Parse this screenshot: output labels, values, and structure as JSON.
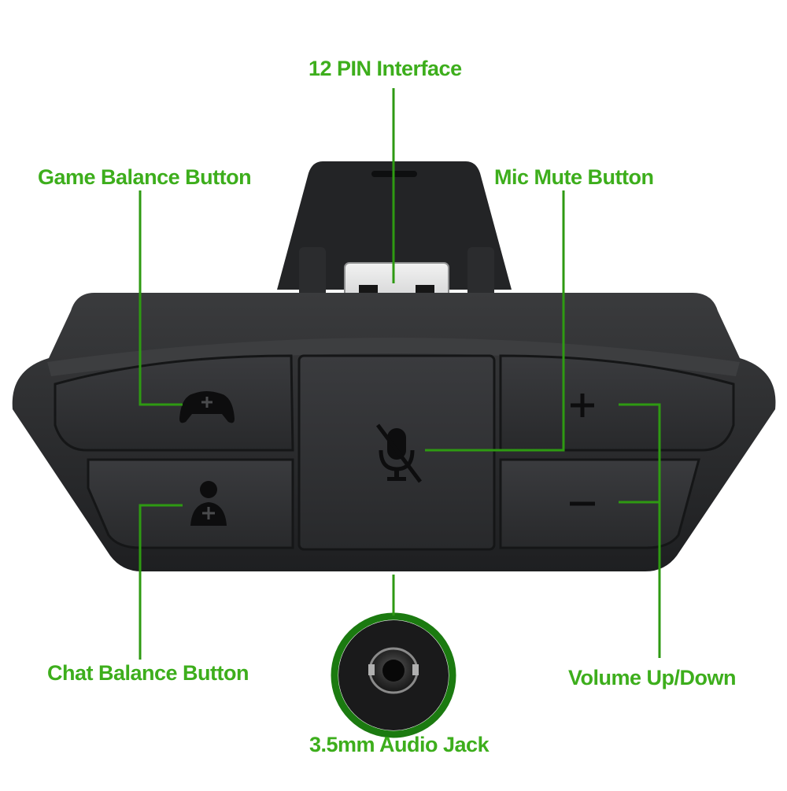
{
  "colors": {
    "label": "#3dae1c",
    "leader": "#2e9a12",
    "device_body": "#2a2b2d",
    "device_dark": "#161719",
    "button_face": "#313234",
    "icon": "#0d0d0e",
    "connector_metal": "#d9dadb",
    "jack_ring": "#1b7a10"
  },
  "labels": {
    "pin_interface": "12 PIN Interface",
    "game_balance": "Game Balance Button",
    "mic_mute": "Mic Mute Button",
    "chat_balance": "Chat Balance Button",
    "volume": "Volume Up/Down",
    "audio_jack": "3.5mm Audio Jack"
  },
  "icons": {
    "game_balance": "gamepad-plus-icon",
    "chat_balance": "person-plus-icon",
    "mic_mute": "microphone-muted-icon",
    "volume_up": "plus-icon",
    "volume_down": "minus-icon",
    "audio_jack": "audio-jack-icon"
  }
}
